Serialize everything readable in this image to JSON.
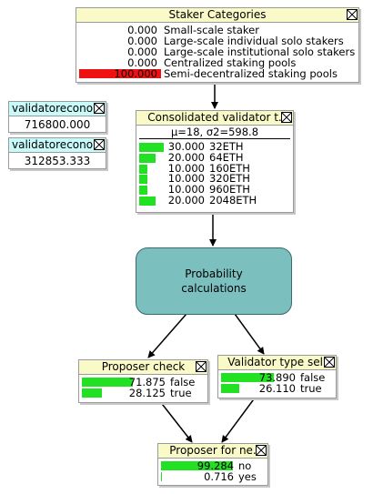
{
  "colors": {
    "bar_green": "#22e022",
    "bar_red": "#ee1111",
    "node_title_yellow": "#fafac8",
    "node_title_cyan": "#c8fafa",
    "calc_fill": "#7bbfbf"
  },
  "staker_categories": {
    "title": "Staker Categories",
    "rows": [
      {
        "value": "0.000",
        "label": "Small-scale staker",
        "fraction": 0.0
      },
      {
        "value": "0.000",
        "label": "Large-scale individual solo stakers",
        "fraction": 0.0
      },
      {
        "value": "0.000",
        "label": "Large-scale institutional solo stakers",
        "fraction": 0.0
      },
      {
        "value": "0.000",
        "label": "Centralized staking pools",
        "fraction": 0.0
      },
      {
        "value": "100.000",
        "label": "Semi-decentralized staking pools",
        "fraction": 1.0
      }
    ]
  },
  "validator_econ_1": {
    "title": "validatorecono",
    "value": "716800.000"
  },
  "validator_econ_2": {
    "title": "validatorecono",
    "value": "312853.333"
  },
  "consolidated": {
    "title": "Consolidated  validator t.",
    "stats": "μ=18, σ2=598.8",
    "rows": [
      {
        "value": "30.000",
        "label": "32ETH",
        "fraction": 0.3
      },
      {
        "value": "20.000",
        "label": "64ETH",
        "fraction": 0.2
      },
      {
        "value": "10.000",
        "label": "160ETH",
        "fraction": 0.1
      },
      {
        "value": "10.000",
        "label": "320ETH",
        "fraction": 0.1
      },
      {
        "value": "10.000",
        "label": "960ETH",
        "fraction": 0.1
      },
      {
        "value": "20.000",
        "label": "2048ETH",
        "fraction": 0.2
      }
    ]
  },
  "probability": {
    "line1": "Probability",
    "line2": "calculations"
  },
  "proposer_check": {
    "title": "Proposer  check",
    "rows": [
      {
        "value": "71.875",
        "label": "false",
        "fraction": 0.71875
      },
      {
        "value": "28.125",
        "label": "true",
        "fraction": 0.28125
      }
    ]
  },
  "validator_type": {
    "title": "Validator type sel.",
    "rows": [
      {
        "value": "73.890",
        "label": "false",
        "fraction": 0.7389
      },
      {
        "value": "26.110",
        "label": "true",
        "fraction": 0.2611
      }
    ]
  },
  "proposer_for": {
    "title": "Proposer for  ne.",
    "rows": [
      {
        "value": "99.284",
        "label": "no",
        "fraction": 0.99284
      },
      {
        "value": "0.716",
        "label": "yes",
        "fraction": 0.00716
      }
    ]
  }
}
